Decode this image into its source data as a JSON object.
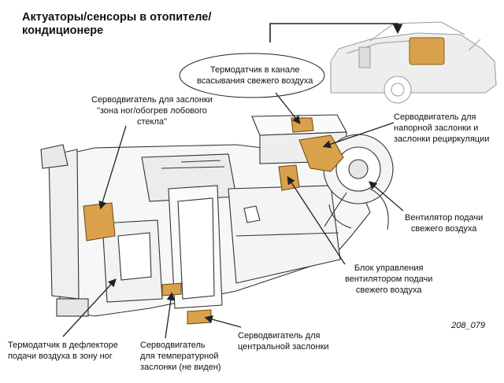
{
  "title": [
    "Актуаторы/сенсоры в отопителе/",
    "кондиционере"
  ],
  "labels": {
    "intake_sensor": [
      "Термодатчик в канале",
      "всасывания свежего воздуха"
    ],
    "footwell_servo": [
      "Серводвигатель для заслонки",
      "\"зона ног/обогрев лобового",
      "стекла\""
    ],
    "pressure_servo": [
      "Серводвигатель для",
      "напорной заслонки и",
      "заслонки рециркуляции"
    ],
    "fan": [
      "Вентилятор подачи",
      "свежего воздуха"
    ],
    "fan_control": [
      "Блок управления",
      "вентилятором подачи",
      "свежего воздуха"
    ],
    "footwell_sensor": [
      "Термодатчик в дефлекторе",
      "подачи воздуха в зону ног"
    ],
    "temp_servo": [
      "Серводвигатель",
      "для температурной",
      "заслонки (не виден)"
    ],
    "central_servo": [
      "Серводвигатель для",
      "центральной заслонки"
    ]
  },
  "figure_id": "208_079",
  "colors": {
    "highlight": "#d9a24a",
    "line": "#222222",
    "car_line": "#999999"
  }
}
